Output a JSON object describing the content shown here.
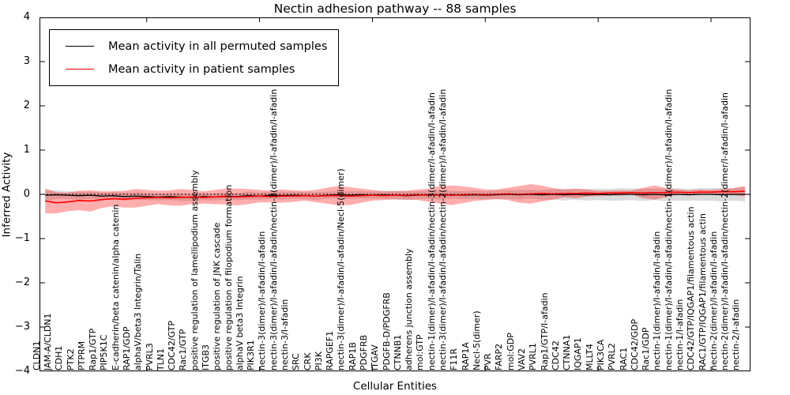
{
  "title": "Nectin adhesion pathway -- 88 samples",
  "legend": [
    {
      "label": "Mean activity in all permuted samples",
      "color": "#000000"
    },
    {
      "label": "Mean activity in patient samples",
      "color": "#ff0000"
    }
  ],
  "chart_data": {
    "type": "line",
    "title": "Nectin adhesion pathway -- 88 samples",
    "xlabel": "Cellular Entities",
    "ylabel": "Inferred Activity",
    "ylim": [
      -4,
      4
    ],
    "yticks": [
      4,
      3,
      2,
      1,
      0,
      -1,
      -2,
      -3,
      -4
    ],
    "yticklabels": [
      "4",
      "3",
      "2",
      "1",
      "0",
      "−1",
      "−2",
      "−3",
      "−4"
    ],
    "grid": false,
    "legend_position": "upper left",
    "reference_line": {
      "y": 0,
      "style": "dotted",
      "color": "#000000"
    },
    "categories": [
      "CLDN1",
      "JAM-A/CLDN1",
      "CDH1",
      "PTK2",
      "PTPRM",
      "Rap1/GTP",
      "PIP5K1C",
      "E-cadherin/beta catenin/alpha catenin",
      "RAP1/GDP",
      "alphaV/beta3 Integrin/Talin",
      "PVRL3",
      "TLN1",
      "CDC42/GTP",
      "Rac1/GTP",
      "positive regulation of lamellipodium assembly",
      "ITGB3",
      "positive regulation of JNK cascade",
      "positive regulation of filopodium formation",
      "alphaV beta3 Integrin",
      "PIK3R1",
      "nectin-3(dimer)/I-afadin/I-afadin",
      "nectin-3(dimer)/I-afadin/I-afadin/nectin-3(dimer)/I-afadin/I-afadin",
      "nectin-3/I-afadin",
      "SRC",
      "CRK",
      "PI3K",
      "RAPGEF1",
      "nectin-3(dimer)/I-afadin/I-afadin/Necl-5(dimer)",
      "RAP1B",
      "PDGFRB",
      "ITGAV",
      "PDGFB-D/PDGFRB",
      "CTNNB1",
      "adherens junction assembly",
      "mol:GTP",
      "nectin-1(dimer)/I-afadin/I-afadin/nectin-3(dimer/I-afadin/I-afadin",
      "nectin-3(dimer)/I-afadin/I-afadin/nectin-2(dimer)/I-afadin/I-afadin",
      "F11R",
      "RAP1A",
      "Necl-5(dimer)",
      "PVR",
      "FARP2",
      "mol:GDP",
      "VAV2",
      "PVRL1",
      "Rap1/GTP/I-afadin",
      "CDC42",
      "CTNNA1",
      "IQGAP1",
      "MLLT4",
      "PIK3CA",
      "PVRL2",
      "RAC1",
      "CDC42/GDP",
      "Rac1/GDP",
      "nectin-1(dimer)/I-afadin/I-afadin",
      "nectin-1(dimer)/I-afadin/I-afadin/nectin-1(dimer)/I-afadin/I-afadin",
      "nectin-1/I-afadin",
      "CDC42/GTP/IQGAP1/filamentous actin",
      "RAC1/GTP/IQGAP1/filamentous actin",
      "nectin-2(dimer)/I-afadin/I-afadin",
      "nectin-2(dimer)/I-afadin/I-afadin/nectin-2(dimer/I-afadin/I-afadin",
      "nectin-2/I-afadin"
    ],
    "series": [
      {
        "name": "Mean activity in all permuted samples",
        "color": "#000000",
        "band_color": "#999999",
        "band_opacity": 0.35,
        "values": [
          -0.02,
          -0.01,
          -0.02,
          -0.03,
          -0.02,
          -0.04,
          -0.03,
          -0.05,
          -0.04,
          -0.05,
          -0.06,
          -0.05,
          -0.06,
          -0.07,
          -0.05,
          -0.06,
          -0.04,
          -0.05,
          -0.03,
          -0.04,
          -0.02,
          -0.03,
          -0.02,
          -0.03,
          -0.04,
          -0.02,
          -0.01,
          -0.02,
          -0.01,
          -0.02,
          -0.01,
          -0.02,
          -0.03,
          -0.02,
          -0.01,
          -0.02,
          -0.01,
          -0.02,
          -0.01,
          -0.02,
          -0.01,
          0.0,
          -0.01,
          0.0,
          -0.01,
          0.0,
          -0.01,
          0.0,
          -0.01,
          0.0,
          -0.01,
          0.0,
          0.0,
          -0.01,
          0.0,
          -0.01,
          0.0,
          -0.01,
          0.0,
          0.0,
          -0.01,
          0.0,
          0.0
        ],
        "band_halfwidth": [
          0.12,
          0.1,
          0.09,
          0.09,
          0.08,
          0.08,
          0.08,
          0.09,
          0.08,
          0.08,
          0.08,
          0.08,
          0.09,
          0.08,
          0.08,
          0.08,
          0.08,
          0.08,
          0.09,
          0.08,
          0.08,
          0.09,
          0.08,
          0.08,
          0.09,
          0.08,
          0.08,
          0.09,
          0.08,
          0.08,
          0.09,
          0.1,
          0.1,
          0.09,
          0.09,
          0.1,
          0.09,
          0.09,
          0.1,
          0.09,
          0.1,
          0.1,
          0.11,
          0.1,
          0.11,
          0.12,
          0.13,
          0.12,
          0.13,
          0.13,
          0.13,
          0.14,
          0.13,
          0.14,
          0.13,
          0.14,
          0.14,
          0.13,
          0.14,
          0.14,
          0.15,
          0.14,
          0.16
        ]
      },
      {
        "name": "Mean activity in patient samples",
        "color": "#ff0000",
        "band_color": "#ff0000",
        "band_opacity": 0.32,
        "values": [
          -0.15,
          -0.19,
          -0.17,
          -0.14,
          -0.15,
          -0.12,
          -0.1,
          -0.11,
          -0.09,
          -0.08,
          -0.07,
          -0.08,
          -0.07,
          -0.06,
          -0.07,
          -0.06,
          -0.05,
          -0.06,
          -0.05,
          -0.04,
          -0.05,
          -0.04,
          -0.04,
          -0.03,
          -0.04,
          -0.03,
          -0.03,
          -0.04,
          -0.03,
          -0.02,
          -0.03,
          -0.02,
          -0.02,
          -0.01,
          -0.02,
          -0.01,
          -0.02,
          -0.01,
          0.0,
          -0.01,
          0.0,
          0.01,
          0.0,
          0.01,
          0.02,
          0.01,
          0.02,
          0.02,
          0.03,
          0.02,
          0.03,
          0.03,
          0.04,
          0.03,
          0.04,
          0.04,
          0.05,
          0.04,
          0.05,
          0.05,
          0.06,
          0.06,
          0.07
        ],
        "band_halfwidth": [
          0.28,
          0.24,
          0.21,
          0.22,
          0.24,
          0.19,
          0.17,
          0.19,
          0.21,
          0.18,
          0.15,
          0.17,
          0.19,
          0.16,
          0.14,
          0.16,
          0.18,
          0.19,
          0.17,
          0.14,
          0.13,
          0.15,
          0.13,
          0.11,
          0.14,
          0.18,
          0.22,
          0.2,
          0.16,
          0.12,
          0.1,
          0.09,
          0.1,
          0.12,
          0.15,
          0.2,
          0.22,
          0.19,
          0.15,
          0.12,
          0.11,
          0.14,
          0.19,
          0.22,
          0.18,
          0.13,
          0.09,
          0.11,
          0.08,
          0.06,
          0.05,
          0.06,
          0.05,
          0.12,
          0.16,
          0.1,
          0.06,
          0.05,
          0.06,
          0.05,
          0.06,
          0.08,
          0.12
        ]
      }
    ]
  }
}
